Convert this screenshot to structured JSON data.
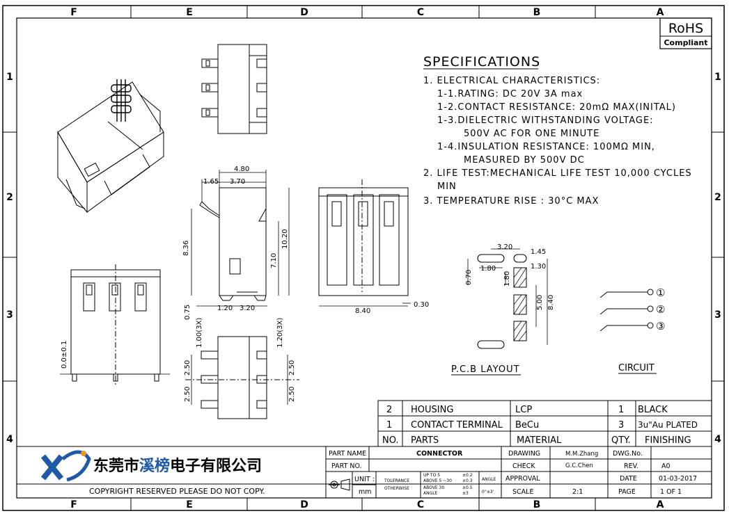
{
  "frame": {
    "columns_top": [
      "F",
      "E",
      "D",
      "C",
      "B",
      "A"
    ],
    "columns_bottom": [
      "F",
      "E",
      "D",
      "C",
      "B",
      "A"
    ],
    "rows_left": [
      "1",
      "2",
      "3",
      "4"
    ],
    "rows_right": [
      "1",
      "2",
      "3",
      "4"
    ]
  },
  "badge": {
    "line1": "RoHS",
    "line2": "Compliant"
  },
  "specs": {
    "title": "SPECIFICATIONS",
    "lines": [
      "1. ELECTRICAL CHARACTERISTICS:",
      "1-1.RATING: DC 20V 3A max",
      "1-2.CONTACT RESISTANCE: 20mΩ MAX(INITAL)",
      "1-3.DIELECTRIC WITHSTANDING VOLTAGE:",
      "500V AC FOR ONE MINUTE",
      "1-4.INSULATION RESISTANCE: 100MΩ MIN,",
      "MEASURED BY 500V DC",
      "2. LIFE TEST:MECHANICAL LIFE TEST 10,000 CYCLES",
      "MIN",
      "3. TEMPERATURE RISE : 30°C MAX"
    ]
  },
  "dims": {
    "side_w_total": "4.80",
    "side_w_a": "1.65",
    "side_w_b": "3.70",
    "side_h_a": "8.36",
    "side_h_b": "7.10",
    "side_h_c": "10.20",
    "side_bot_a": "0.75",
    "side_bot_b": "1.20",
    "side_bot_c": "3.20",
    "front_w": "8.40",
    "front_t": "0.30",
    "rear_tol": "0.0±0.1",
    "top_a": "1.00(3X)",
    "top_b": "1.20(3X)",
    "top_p1": "2.50",
    "top_p2": "2.50",
    "top_p3": "2.50",
    "top_p4": "2.50",
    "pcb_w": "3.20",
    "pcb_a": "1.45",
    "pcb_b": "1.80",
    "pcb_c": "1.30",
    "pcb_d": "0.70",
    "pcb_e": "1.80",
    "pcb_f": "5.00",
    "pcb_g": "8.40"
  },
  "pcb_label": "P.C.B LAYOUT",
  "circuit": {
    "label": "CIRCUIT",
    "pins": [
      "①",
      "②",
      "③"
    ]
  },
  "bom": {
    "rows": [
      {
        "no": "2",
        "part": "HOUSING",
        "material": "LCP",
        "qty": "1",
        "finish": "BLACK"
      },
      {
        "no": "1",
        "part": "CONTACT TERMINAL",
        "material": "BeCu",
        "qty": "3",
        "finish": "3u\"Au PLATED"
      }
    ],
    "header": {
      "no": "NO.",
      "part": "PARTS",
      "material": "MATERIAL",
      "qty": "QTY.",
      "finish": "FINISHING"
    }
  },
  "company": {
    "name_a": "东莞市",
    "name_b": "溪榜",
    "name_c": "电子有限公司",
    "copyright": "COPYRIGHT RESERVED PLEASE DO NOT COPY.",
    "brand_color": "#1f5aa6"
  },
  "title_block": {
    "part_name_label": "PART NAME",
    "part_name": "CONNECTOR",
    "part_no_label": "PART NO.",
    "unit_label": "UNIT :",
    "unit": "mm",
    "tol_label": "TOLERANCE",
    "tol_label2": "OTHERWISE",
    "tol_1a": "UP TO 5",
    "tol_1b": "±0.2",
    "tol_2a": "ABOVE 5 ~30",
    "tol_2b": "±0.3",
    "tol_3a": "ABOVE 30",
    "tol_3b": "±0.5",
    "tol_4a": "ANGLE",
    "tol_4b": "±3",
    "angle_label": "ANGLE",
    "angle_val": "0°±3'",
    "drawing_label": "DRAWING",
    "drawing": "M.M.Zhang",
    "check_label": "CHECK",
    "check": "G.C.Chen",
    "approval_label": "APPROVAL",
    "approval": "",
    "scale_label": "SCALE",
    "scale": "2:1",
    "dwg_label": "DWG.No.",
    "dwg": "",
    "rev_label": "REV.",
    "rev": "A0",
    "date_label": "DATE",
    "date": "01-03-2017",
    "page_label": "PAGE",
    "page": "1 OF 1"
  }
}
